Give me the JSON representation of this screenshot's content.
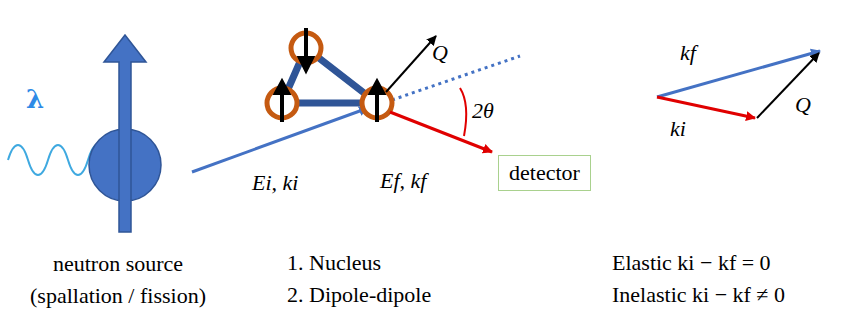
{
  "diagram": {
    "nodes": [
      {
        "text": [
          "detector"
        ]
      }
    ],
    "labels": [
      "λ",
      "Q",
      "Ei, ki",
      "Ef, kf",
      "2θ",
      "kf",
      "ki",
      "Q",
      "neutron source (spallation / fission)",
      "1. Nucleus",
      "2. Dipole-dipole",
      "Elastic ki − kf = 0",
      "Inelastic ki − kf ≠ 0"
    ]
  }
}
